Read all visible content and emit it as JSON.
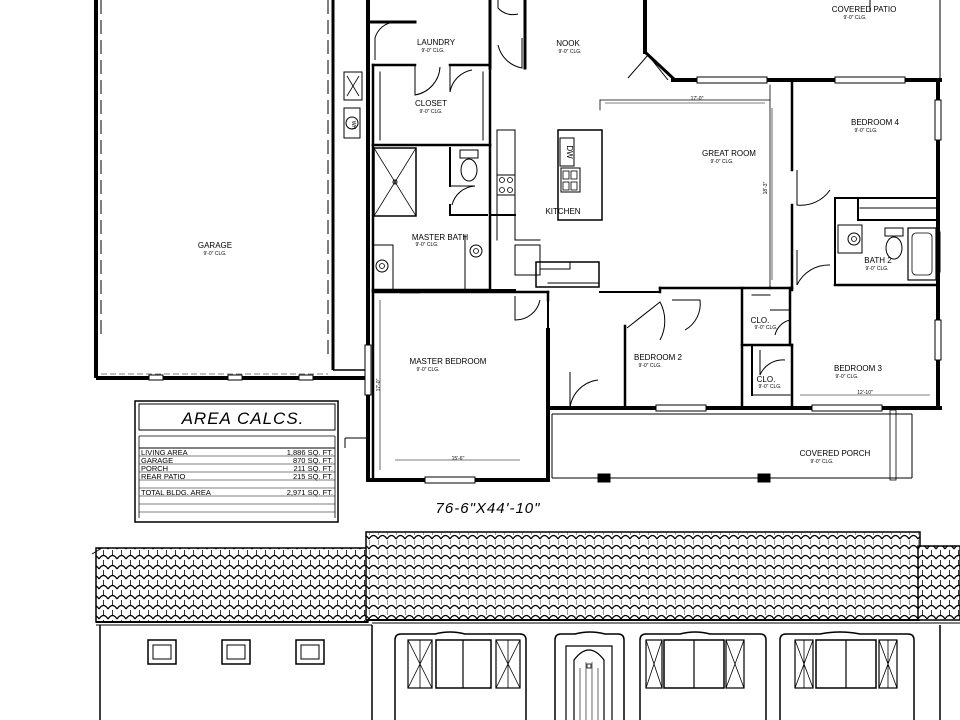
{
  "rooms": [
    {
      "key": "covered_patio",
      "name": "COVERED PATIO",
      "sub": "9'-0\" CLG."
    },
    {
      "key": "laundry",
      "name": "LAUNDRY",
      "sub": "9'-0\" CLG."
    },
    {
      "key": "nook",
      "name": "NOOK",
      "sub": "9'-0\" CLG."
    },
    {
      "key": "closet",
      "name": "CLOSET",
      "sub": "9'-0\" CLG."
    },
    {
      "key": "bedroom4",
      "name": "BEDROOM 4",
      "sub": "9'-0\" CLG."
    },
    {
      "key": "great_room",
      "name": "GREAT ROOM",
      "sub": "9'-0\" CLG."
    },
    {
      "key": "kitchen",
      "name": "KITCHEN",
      "sub": ""
    },
    {
      "key": "master_bath",
      "name": "MASTER BATH",
      "sub": "9'-0\" CLG."
    },
    {
      "key": "garage",
      "name": "GARAGE",
      "sub": "9'-0\" CLG."
    },
    {
      "key": "bath2",
      "name": "BATH 2",
      "sub": "9'-0\" CLG."
    },
    {
      "key": "clo1",
      "name": "CLO.",
      "sub": "9'-0\" CLG."
    },
    {
      "key": "bedroom2",
      "name": "BEDROOM 2",
      "sub": "9'-0\" CLG."
    },
    {
      "key": "clo2",
      "name": "CLO.",
      "sub": "9'-0\" CLG."
    },
    {
      "key": "bedroom3",
      "name": "BEDROOM 3",
      "sub": "9'-0\" CLG."
    },
    {
      "key": "master_bedroom",
      "name": "MASTER BEDROOM",
      "sub": "9'-0\" CLG."
    },
    {
      "key": "covered_porch",
      "name": "COVERED PORCH",
      "sub": "9'-0\" CLG."
    }
  ],
  "fixtures": {
    "dw": "DW",
    "wh": "WH"
  },
  "dims": {
    "great_room_w": "17'-0\"",
    "great_room_h": "18'-3\"",
    "master_w": "15'-6\"",
    "master_h": "17'-0\"",
    "bed3_w": "12'-10\"",
    "overall": "76-6\"X44'-10\""
  },
  "area_calcs": {
    "title": "AREA CALCS.",
    "rows": [
      {
        "label": "LIVING AREA",
        "value": "1,886 SQ. FT."
      },
      {
        "label": "GARAGE",
        "value": "870 SQ. FT."
      },
      {
        "label": "PORCH",
        "value": "211 SQ. FT."
      },
      {
        "label": "REAR PATIO",
        "value": "215 SQ. FT."
      },
      {
        "label": "TOTAL BLDG. AREA",
        "value": "2,971 SQ. FT."
      }
    ]
  }
}
